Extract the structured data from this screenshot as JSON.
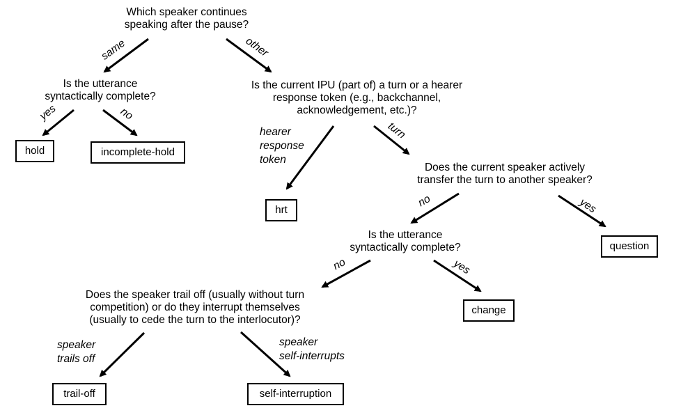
{
  "questions": {
    "q1": [
      "Which speaker continues",
      "speaking after the pause?"
    ],
    "q2": [
      "Is the utterance",
      "syntactically complete?"
    ],
    "q3": [
      "Is the current IPU (part of) a turn or a hearer",
      "response token (e.g., backchannel,",
      "acknowledgement, etc.)?"
    ],
    "q4": [
      "Does the current speaker actively",
      "transfer the turn to another speaker?"
    ],
    "q5": [
      "Is the utterance",
      "syntactically complete?"
    ],
    "q6": [
      "Does the speaker trail off (usually without turn",
      "competition) or do they interrupt themselves",
      "(usually to cede the turn to the interlocutor)?"
    ]
  },
  "edge_labels": {
    "same": "same",
    "other": "other",
    "yes_1": "yes",
    "no_1": "no",
    "hearer_response_token": [
      "hearer",
      "response",
      "token"
    ],
    "turn": "turn",
    "no_2": "no",
    "yes_2": "yes",
    "no_3": "no",
    "yes_3": "yes",
    "speaker_trails_off": [
      "speaker",
      "trails off"
    ],
    "speaker_self_interrupts": [
      "speaker",
      "self-interrupts"
    ]
  },
  "outcomes": {
    "hold": "hold",
    "incomplete_hold": "incomplete-hold",
    "hrt": "hrt",
    "question": "question",
    "change": "change",
    "trail_off": "trail-off",
    "self_interruption": "self-interruption"
  },
  "colors": {
    "line": "#000000",
    "background": "#ffffff"
  }
}
